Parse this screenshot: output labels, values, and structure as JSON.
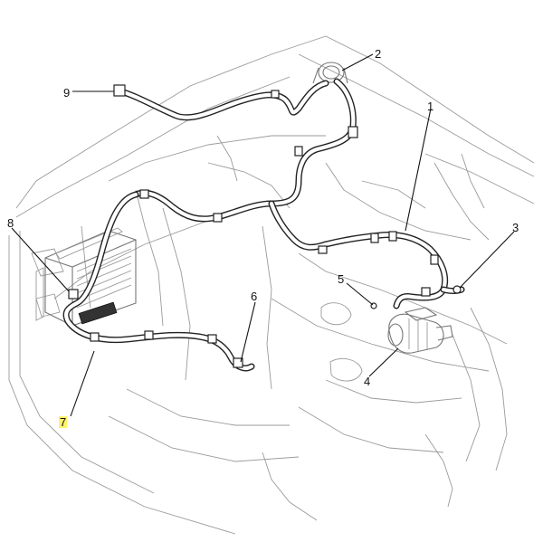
{
  "callouts": [
    {
      "id": "1",
      "label": "1"
    },
    {
      "id": "2",
      "label": "2"
    },
    {
      "id": "3",
      "label": "3"
    },
    {
      "id": "4",
      "label": "4"
    },
    {
      "id": "5",
      "label": "5"
    },
    {
      "id": "6",
      "label": "6"
    },
    {
      "id": "7",
      "label": "7"
    },
    {
      "id": "8",
      "label": "8"
    },
    {
      "id": "9",
      "label": "9"
    }
  ],
  "highlight_color": "#fff36b"
}
